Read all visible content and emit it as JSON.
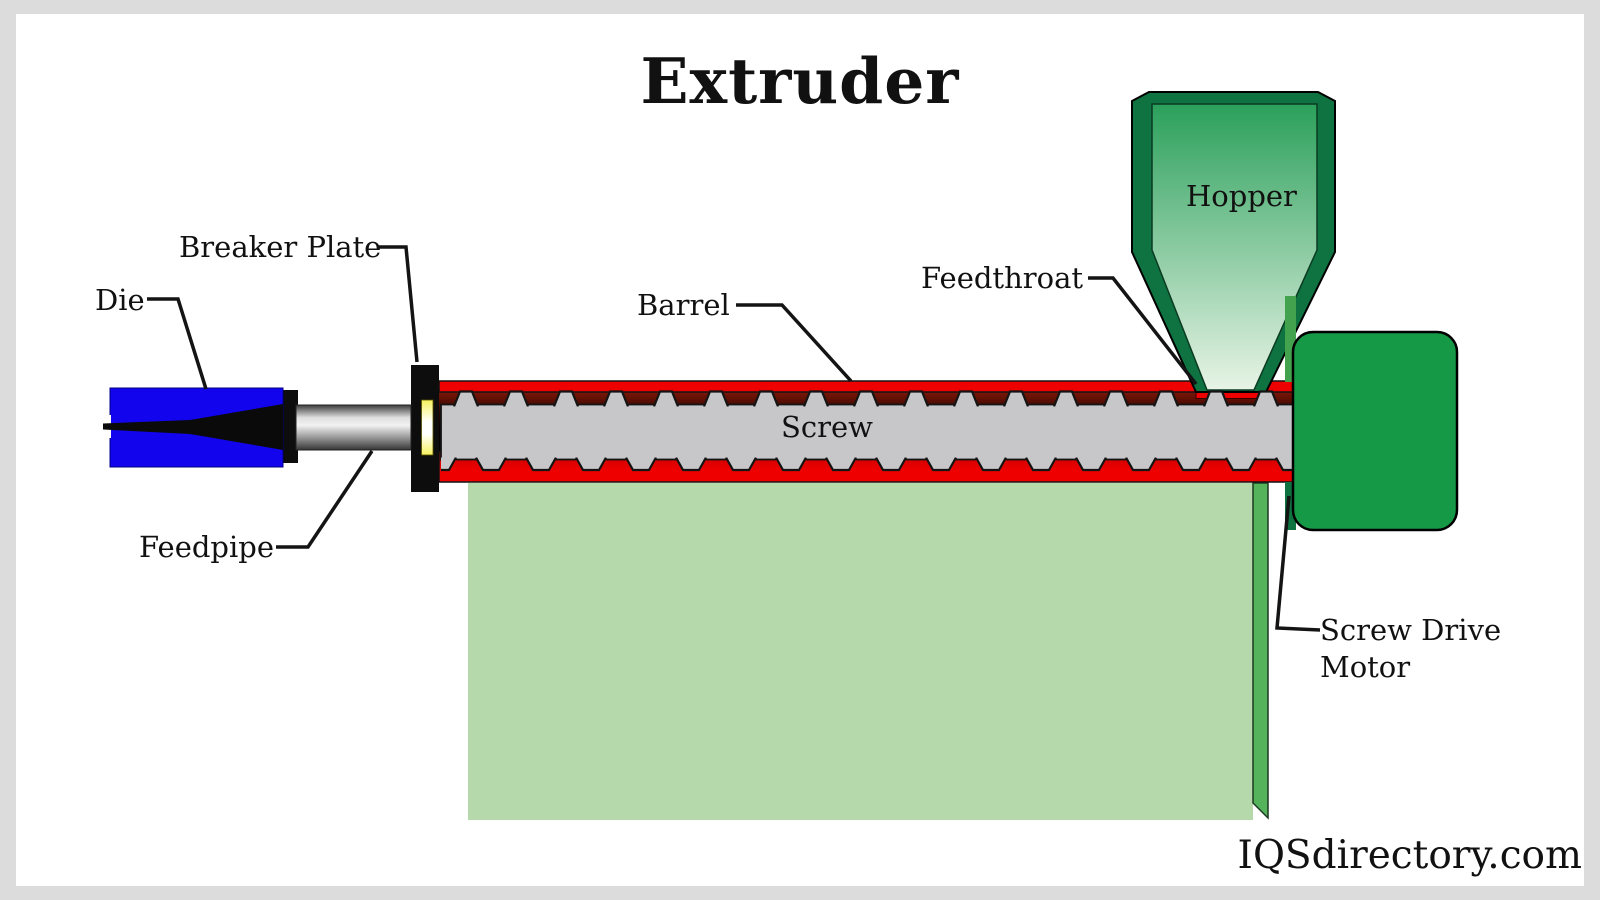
{
  "title": "Extruder",
  "watermark": "IQSdirectory.com",
  "labels": {
    "die": "Die",
    "breaker_plate": "Breaker Plate",
    "feedpipe": "Feedpipe",
    "barrel": "Barrel",
    "screw": "Screw",
    "feedthroat": "Feedthroat",
    "hopper": "Hopper",
    "screw_drive_motor": "Screw Drive Motor"
  },
  "colors": {
    "frame_gray": "#dcdcdc",
    "canvas_white": "#ffffff",
    "text_black": "#111111",
    "line_black": "#141414",
    "die_blue": "#1205ee",
    "plate_black": "#0d0d0d",
    "seal_yellow": "#f6f25e",
    "barrel_red": "#ee0000",
    "barrel_red_dark": "#c40000",
    "melt_dark": "#2a0402",
    "screw_gray": "#c7c7ca",
    "base_green": "#b6d9ab",
    "base_edge_green": "#55b45b",
    "hopper_dark": "#0e7340",
    "hopper_light": "#2ba05b",
    "hopper_pale": "#e8f4e6",
    "motor_green": "#169947"
  }
}
